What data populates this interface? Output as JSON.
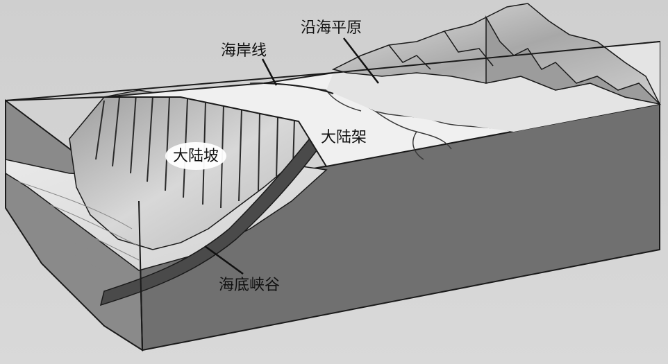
{
  "labels": {
    "coastline": "海岸线",
    "coastal_plain": "沿海平原",
    "continental_shelf": "大陆架",
    "continental_slope": "大陆坡",
    "submarine_canyon": "海底峡谷"
  },
  "colors": {
    "background": "#d6d6d6",
    "sea_block_side": "#6f6f6f",
    "sea_block_top": "#e8e8e8",
    "shelf_surface": "#f2f2f2",
    "slope_surface": "#cfcfcf",
    "mountains": "#bdbdbd",
    "line": "#1a1a1a",
    "label_text": "#111111"
  }
}
